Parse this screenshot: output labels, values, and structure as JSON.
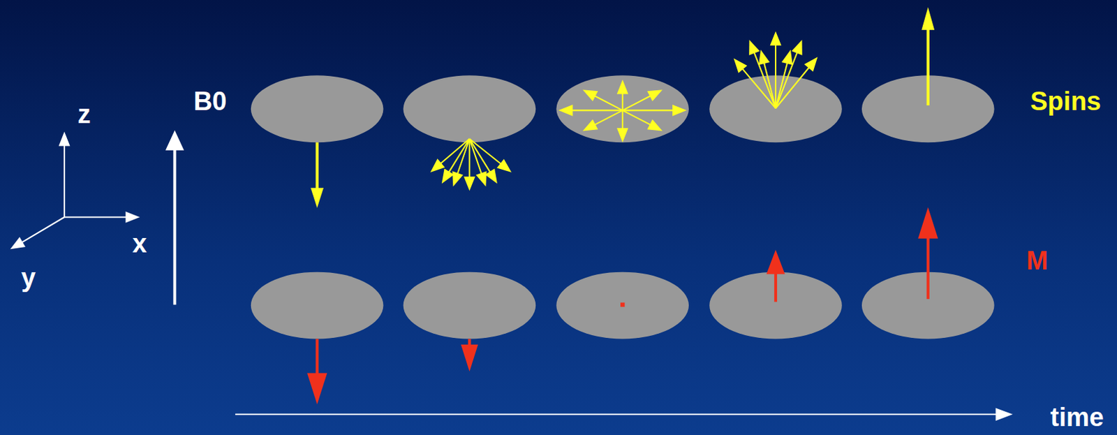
{
  "diagram": {
    "labels": [
      "z",
      "B0",
      "Spins",
      "x",
      "M",
      "y",
      "time"
    ]
  }
}
